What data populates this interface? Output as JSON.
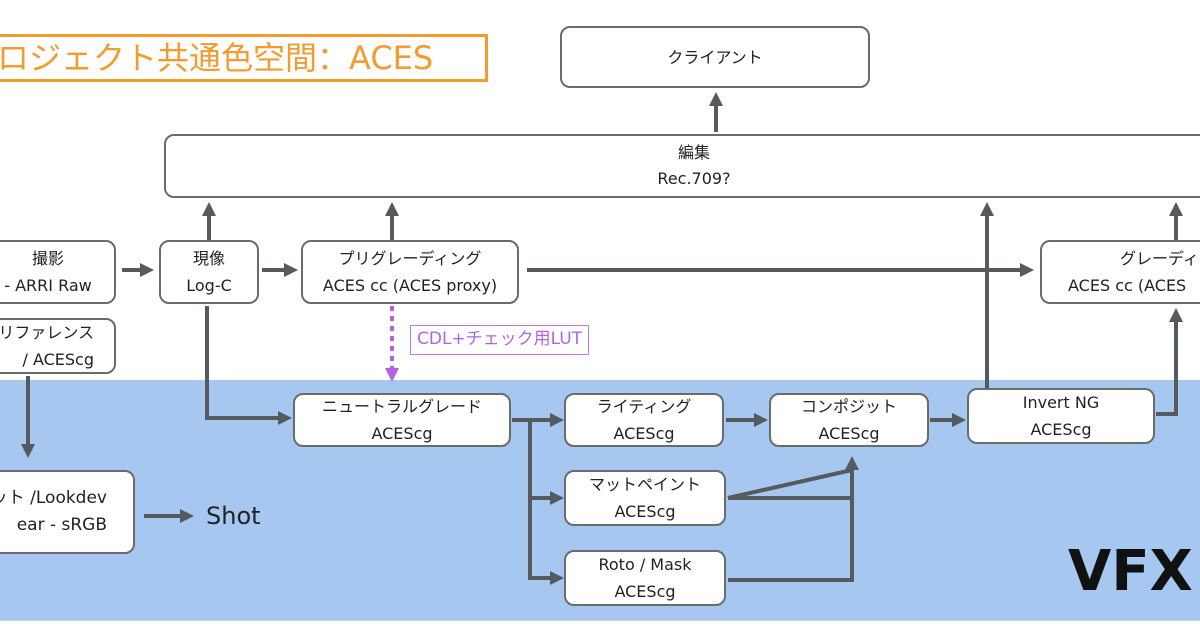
{
  "title": "ロジェクト共通色空間：ACES",
  "nodes": {
    "client": {
      "line1": "クライアント"
    },
    "edit": {
      "line1": "編集",
      "line2": "Rec.709?"
    },
    "shooting": {
      "line1": "撮影",
      "line2": "- ARRI Raw"
    },
    "develop": {
      "line1": "現像",
      "line2": "Log-C"
    },
    "pregrading": {
      "line1": "プリグレーディング",
      "line2": "ACES cc (ACES proxy)"
    },
    "grading": {
      "line1": "グレーディン",
      "line2": "ACES cc (ACES"
    },
    "reference": {
      "line1": "リファレンス",
      "line2": "/ ACEScg"
    },
    "neutral": {
      "line1": "ニュートラルグレード",
      "line2": "ACEScg"
    },
    "lighting": {
      "line1": "ライティング",
      "line2": "ACEScg"
    },
    "matte": {
      "line1": "マットペイント",
      "line2": "ACEScg"
    },
    "roto": {
      "line1": "Roto / Mask",
      "line2": "ACEScg"
    },
    "composite": {
      "line1": "コンポジット",
      "line2": "ACEScg"
    },
    "invert": {
      "line1": "Invert NG",
      "line2": "ACEScg"
    },
    "lookdev": {
      "line1": "ット /Lookdev",
      "line2": "ear - sRGB"
    }
  },
  "labels": {
    "cdl": "CDL+チェック用LUT",
    "shot": "Shot",
    "vfx": "VFX"
  },
  "colors": {
    "accent_orange": "#f29b2e",
    "vfx_area": "#a6c8f0",
    "arrow": "#56595e",
    "cdl_purple": "#b564e0"
  }
}
